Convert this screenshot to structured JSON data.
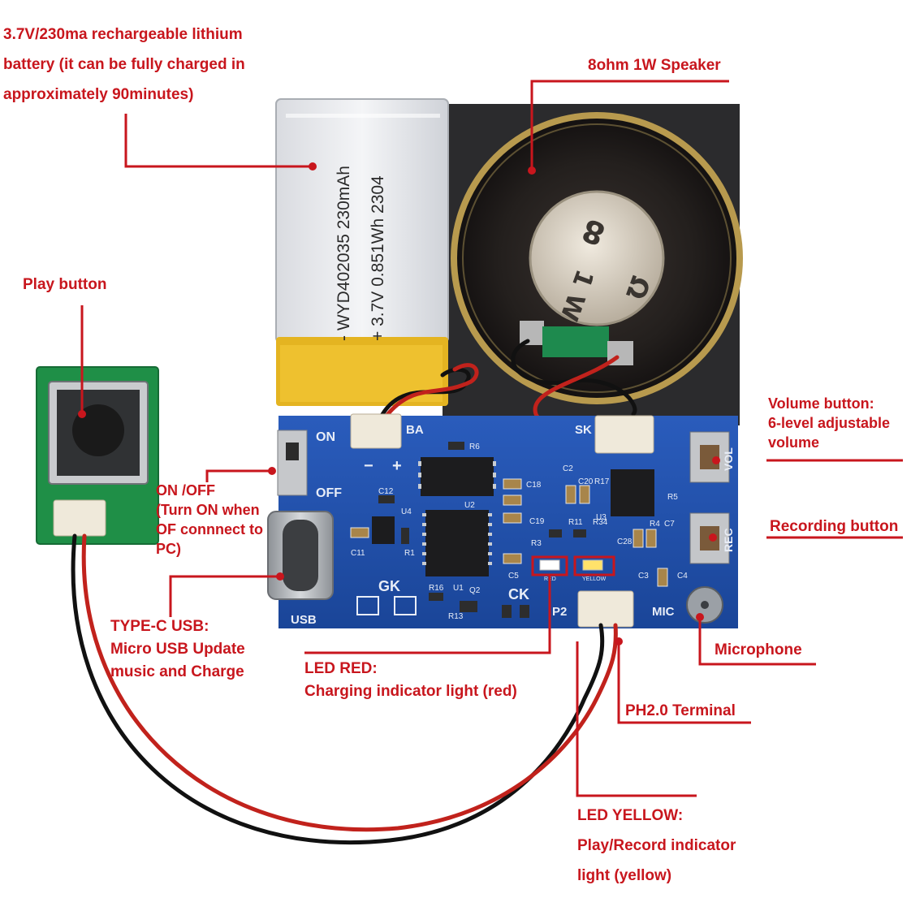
{
  "labels": {
    "battery": [
      "3.7V/230ma rechargeable lithium",
      "battery (it can be fully charged in",
      "approximately 90minutes)"
    ],
    "speaker": "8ohm 1W Speaker",
    "play_button": "Play button",
    "volume_button": [
      "Volume button:",
      "6-level adjustable",
      "volume"
    ],
    "on_off": [
      "ON /OFF",
      "(Turn ON when",
      "OF connnect to",
      "PC)"
    ],
    "recording_button": "Recording button",
    "type_c": [
      "TYPE-C USB:",
      "Micro USB Update",
      "music and Charge"
    ],
    "microphone": "Microphone",
    "led_red": [
      "LED RED:",
      "Charging indicator light (red)"
    ],
    "ph20": "PH2.0 Terminal",
    "led_yellow": [
      "LED YELLOW:",
      "Play/Record indicator",
      "light (yellow)"
    ]
  },
  "battery_print": {
    "line1": "- WYD402035  230mAh",
    "line2": "+ 3.7V 0.851Wh 2304"
  },
  "speaker_print": {
    "line1": "8",
    "line2": "1 W",
    "line3": "Ω"
  },
  "pcb_marks": {
    "on": "ON",
    "off": "OFF",
    "usb": "USB",
    "gk": "GK",
    "ck": "CK",
    "mic": "MIC",
    "p2": "P2",
    "vol": "VOL",
    "rec": "REC",
    "ba": "BA",
    "sk": "SK",
    "minus": "−",
    "plus": "+",
    "r6": "R6",
    "c18": "C18",
    "c12": "C12",
    "u4": "U4",
    "c11": "C11",
    "r1": "R1",
    "u2": "U2",
    "c19": "C19",
    "r3": "R3",
    "r11": "R11",
    "r34": "R34",
    "c5": "C5",
    "r16": "R16",
    "u1": "U1",
    "q2": "Q2",
    "r13": "R13",
    "c2": "C2",
    "c20": "C20",
    "r17": "R17",
    "u3": "U3",
    "r5": "R5",
    "r4": "R4",
    "c7": "C7",
    "c28": "C28",
    "c3": "C3",
    "c4": "C4",
    "red": "RED",
    "yellow": "YELLOW"
  },
  "colors": {
    "annotation": "#c8161d",
    "pcb": "#1d4ea8",
    "mount": "#2c2c2e",
    "battery_yellow": "#e8b91c"
  }
}
